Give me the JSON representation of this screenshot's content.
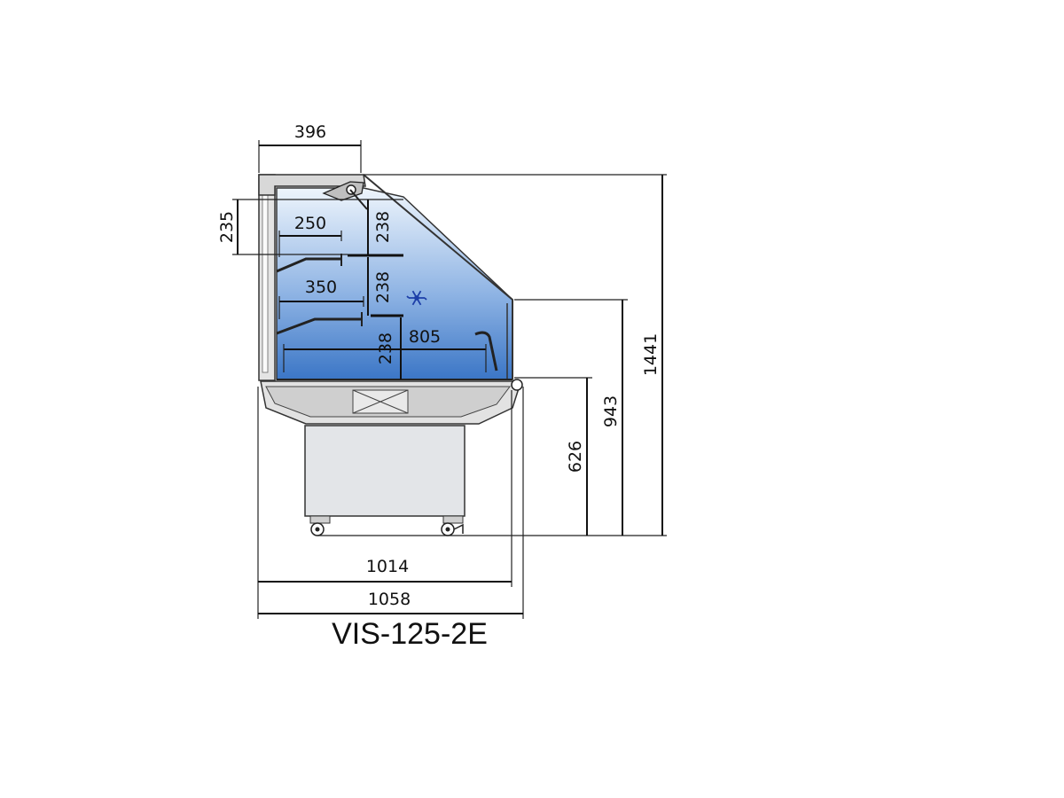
{
  "model": "VIS-125-2E",
  "dimensions": {
    "top_width": "396",
    "shelf_spacing_top": "235",
    "shelf1_depth": "250",
    "shelf1_height": "238",
    "shelf2_depth": "350",
    "shelf2_height": "238",
    "base_height": "238",
    "base_depth": "805",
    "total_height": "1441",
    "front_glass_height": "943",
    "counter_height": "626",
    "depth_inner": "1014",
    "depth_total": "1058"
  },
  "colors": {
    "glass_top": "#e6f0fb",
    "glass_bottom": "#3d78c8",
    "body": "#dcdcdc",
    "line": "#111111"
  },
  "icons": [
    "snowflake-icon"
  ]
}
